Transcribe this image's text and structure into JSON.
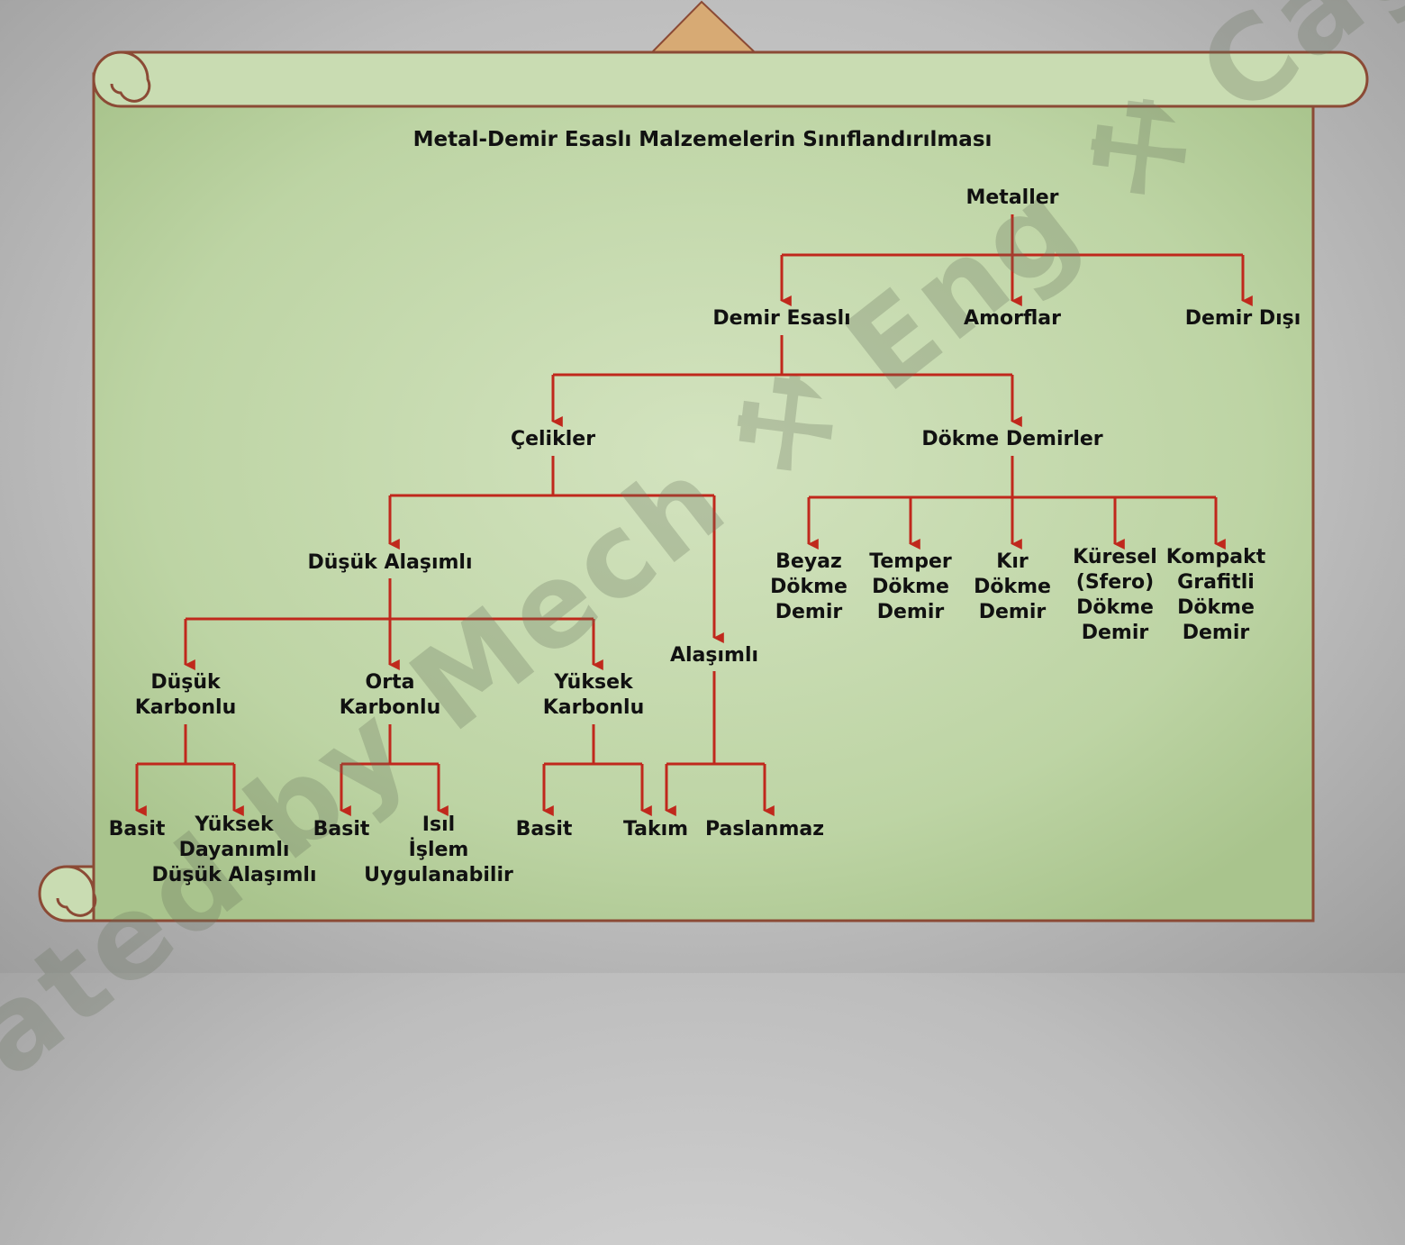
{
  "title": "Metal-Demir Esaslı Malzemelerin Sınıflandırılması",
  "watermark": "Created by Mech ⚒ Eng ⚒ Caglar",
  "colors": {
    "parchment": "#c5d9ae",
    "scroll_edge": "#8b4a35",
    "connector": "#c0281c",
    "text": "#111111"
  },
  "nodes": {
    "metaller": "Metaller",
    "demir_esasli": "Demir Esaslı",
    "amorflar": "Amorflar",
    "demir_disi": "Demir Dışı",
    "celikler": "Çelikler",
    "dokme_demirler": "Dökme Demirler",
    "dusuk_alasimli": "Düşük  Alaşımlı",
    "alasimli": "Alaşımlı",
    "beyaz": "Beyaz\nDökme\nDemir",
    "temper": "Temper\nDökme\nDemir",
    "kir": "Kır\nDökme\nDemir",
    "kuresel": "Küresel\n(Sfero)\nDökme\nDemir",
    "kompakt": "Kompakt\nGrafitli\nDökme\nDemir",
    "dusuk_karbonlu": "Düşük\nKarbonlu",
    "orta_karbonlu": "Orta\nKarbonlu",
    "yuksek_karbonlu": "Yüksek\nKarbonlu",
    "basit_1": "Basit",
    "yuksek_dayanimli": "Yüksek\nDayanımlı\nDüşük  Alaşımlı",
    "basit_2": "Basit",
    "isil_islem": "Isıl\nİşlem\nUygulanabilir",
    "basit_3": "Basit",
    "takim": "Takım",
    "paslanmaz": "Paslanmaz"
  }
}
